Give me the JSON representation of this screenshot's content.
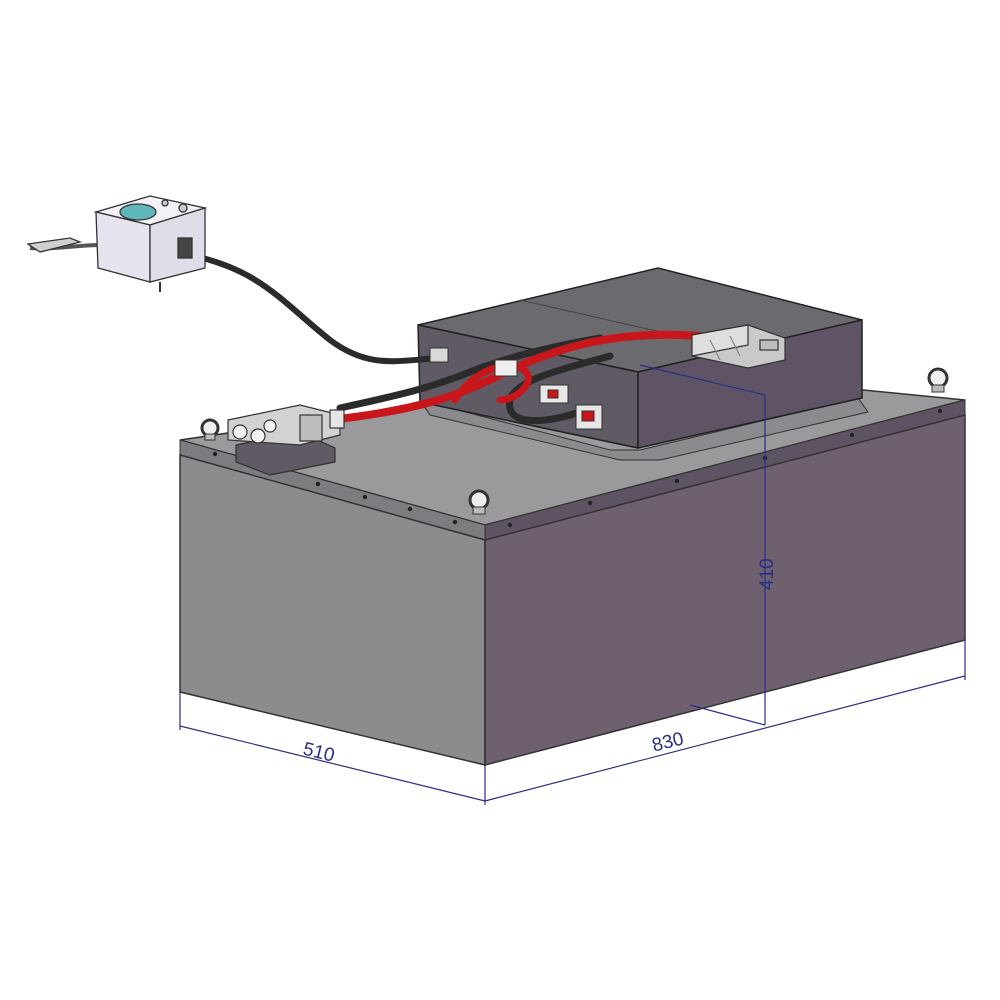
{
  "dimensions": {
    "width": "510",
    "length": "830",
    "height": "410"
  },
  "colors": {
    "box_front": "#8c8b8d",
    "box_side": "#6f6070",
    "box_top": "#9a999b",
    "lid_top": "#6b6a6e",
    "lid_front": "#5f5466",
    "cable_red": "#c8161b",
    "cable_black": "#2b2b2b",
    "connector": "#c9c9c9",
    "dimension_line": "#2a2f86",
    "controller_body": "#ece9f3",
    "controller_button": "#5fb7b9"
  },
  "icons": {
    "eye_bolt": "eye-bolt-icon",
    "connector": "power-connector-icon",
    "controller": "remote-controller-icon"
  }
}
